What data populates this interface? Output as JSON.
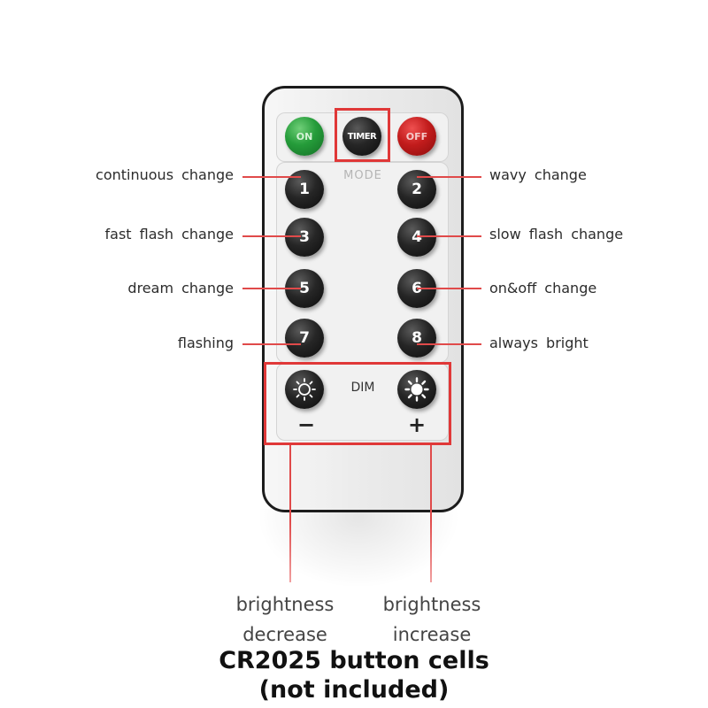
{
  "buttons": {
    "on": "ON",
    "timer": "TIMER",
    "off": "OFF",
    "mode_label": "MODE",
    "numbers": [
      "1",
      "2",
      "3",
      "4",
      "5",
      "6",
      "7",
      "8"
    ],
    "dim_label": "DIM",
    "minus": "−",
    "plus": "+"
  },
  "labels": {
    "left": [
      "continuous change",
      "fast flash change",
      "dream change",
      "flashing"
    ],
    "right": [
      "wavy change",
      "slow flash change",
      "on&off change",
      "always bright"
    ]
  },
  "bottom": {
    "decrease": [
      "brightness",
      "decrease"
    ],
    "increase": [
      "brightness",
      "increase"
    ],
    "battery": [
      "CR2025 button cells",
      "(not included)"
    ]
  },
  "colors": {
    "highlight": "#e03838",
    "on_button": "#259c3a",
    "off_button": "#c21c1c",
    "button": "#1a1a1a"
  },
  "icons": [
    "sun-dim-icon",
    "sun-bright-icon"
  ]
}
